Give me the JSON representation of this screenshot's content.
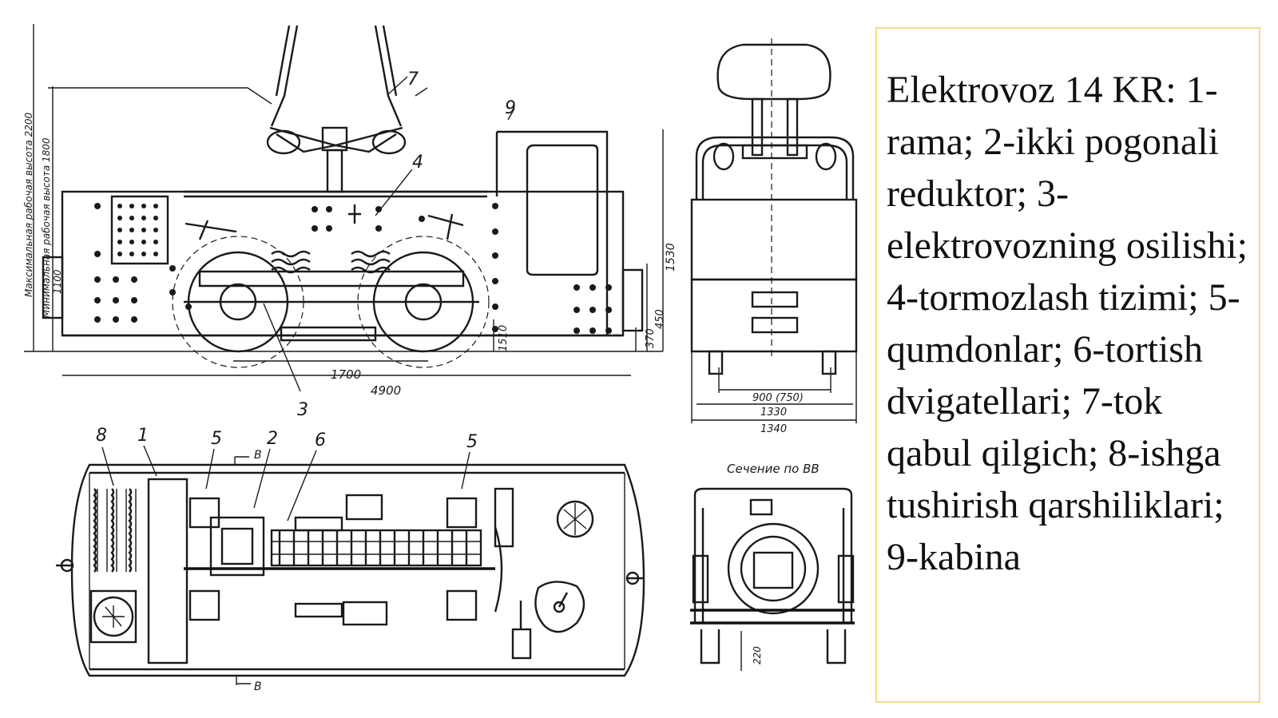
{
  "caption": "Elektrovoz 14 KR: 1-rama; 2-ikki pogonali reduktor; 3-elektrovozning osilishi; 4-tormozlash tizimi; 5-qumdonlar; 6-tortish dvigatellari; 7-tok qabul qilgich; 8-ishga tushirish qarshiliklari; 9-kabina",
  "side_view": {
    "dims": {
      "d4900": "4900",
      "d1700": "1700",
      "d1530": "1530",
      "d450": "450",
      "d370": "370",
      "d1100": "1100",
      "d1510": "1510"
    },
    "vlabels": {
      "max_height": "Максимальная рабочая высота 2200",
      "min_height": "Минимальная рабочая высота 1800"
    },
    "callouts": {
      "n3": "3",
      "n4": "4",
      "n7": "7",
      "n9": "9"
    }
  },
  "plan_view": {
    "callouts": {
      "n8": "8",
      "n1": "1",
      "n5a": "5",
      "n2": "2",
      "n6": "6",
      "n5b": "5"
    },
    "section_marks": {
      "top": "В",
      "bottom": "В"
    }
  },
  "end_view": {
    "dims": {
      "gauge": "900 (750)",
      "w1330": "1330",
      "w1340": "1340"
    }
  },
  "section_view": {
    "title": "Сечение по ВВ",
    "dims": {
      "d220": "220"
    }
  }
}
